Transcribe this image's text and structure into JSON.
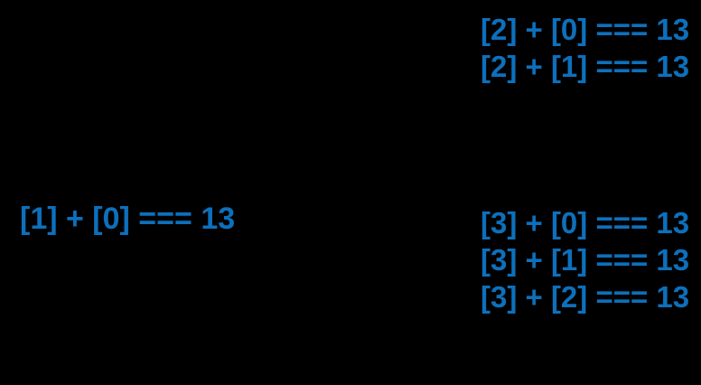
{
  "canvas": {
    "background_color": "#000000",
    "accent_color": "#0D70BC"
  },
  "blocks": {
    "right_top": {
      "lines": [
        "[2] + [0] === 13",
        "[2] + [1] === 13"
      ]
    },
    "left_middle": {
      "lines": [
        "[1] + [0] === 13"
      ]
    },
    "right_bottom": {
      "lines": [
        "[3] + [0] === 13",
        "[3] + [1] === 13",
        "[3] + [2] === 13"
      ]
    }
  }
}
